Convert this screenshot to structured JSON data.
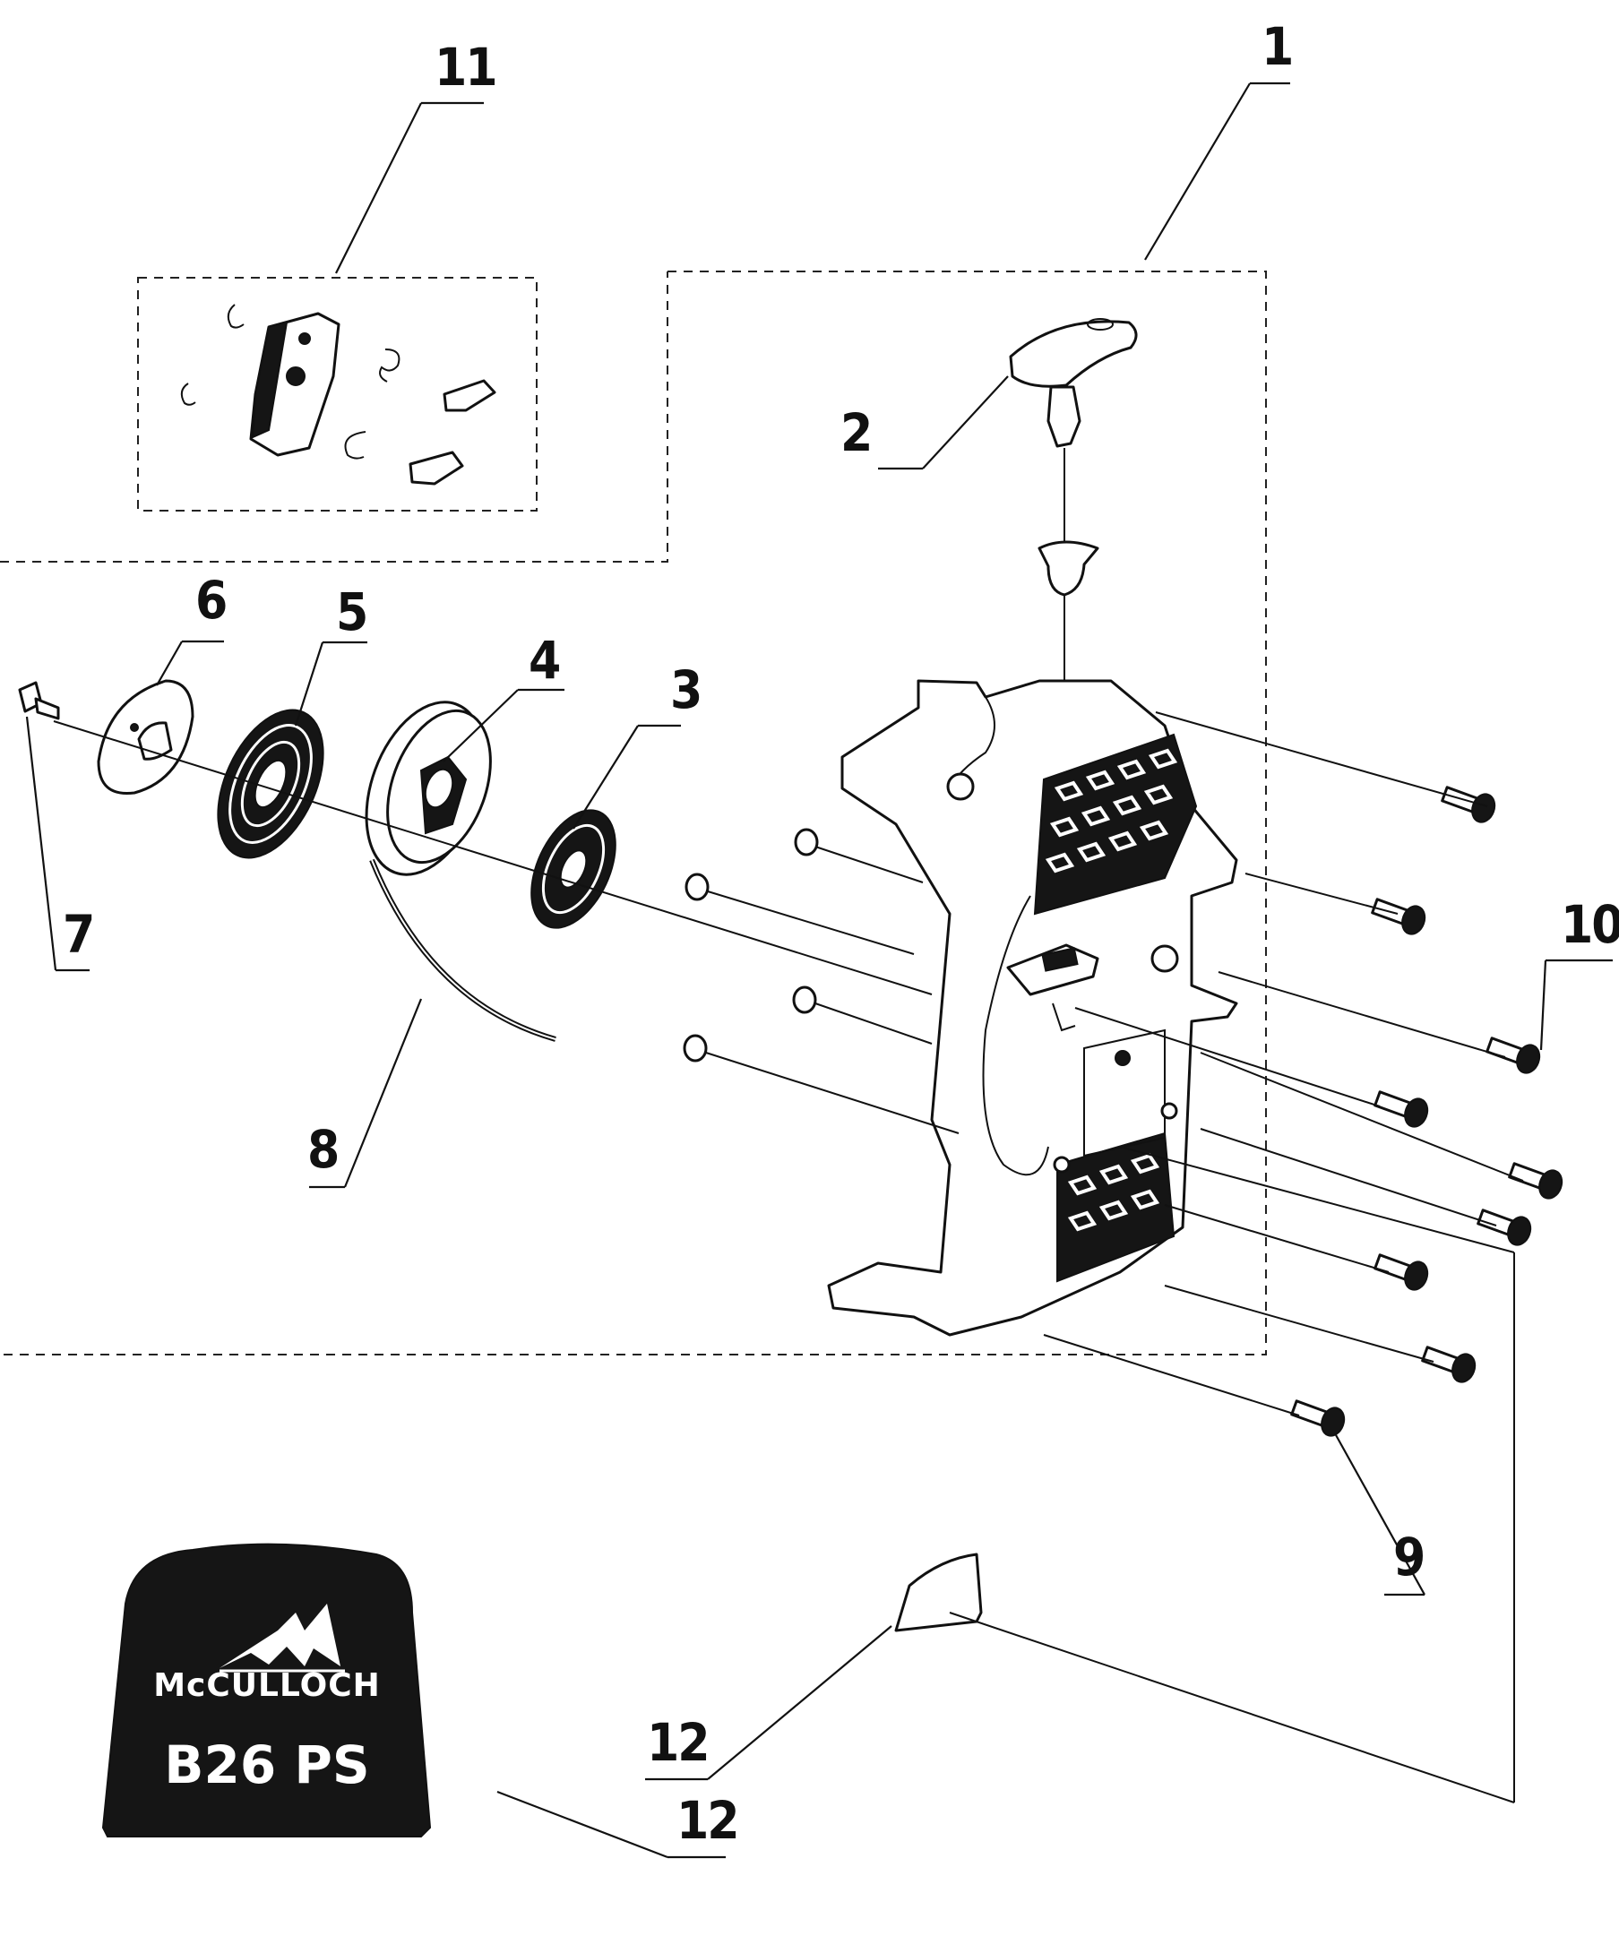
{
  "labels": [
    {
      "id": "1",
      "text": "1"
    },
    {
      "id": "2",
      "text": "2"
    },
    {
      "id": "3",
      "text": "3"
    },
    {
      "id": "4",
      "text": "4"
    },
    {
      "id": "5",
      "text": "5"
    },
    {
      "id": "6",
      "text": "6"
    },
    {
      "id": "7",
      "text": "7"
    },
    {
      "id": "8",
      "text": "8"
    },
    {
      "id": "9",
      "text": "9"
    },
    {
      "id": "10",
      "text": "10"
    },
    {
      "id": "11",
      "text": "11"
    },
    {
      "id": "12a",
      "text": "12"
    },
    {
      "id": "12b",
      "text": "12"
    }
  ],
  "decal": {
    "brand": "McCULLOCH",
    "model": "B26 PS",
    "color": "#151515"
  }
}
